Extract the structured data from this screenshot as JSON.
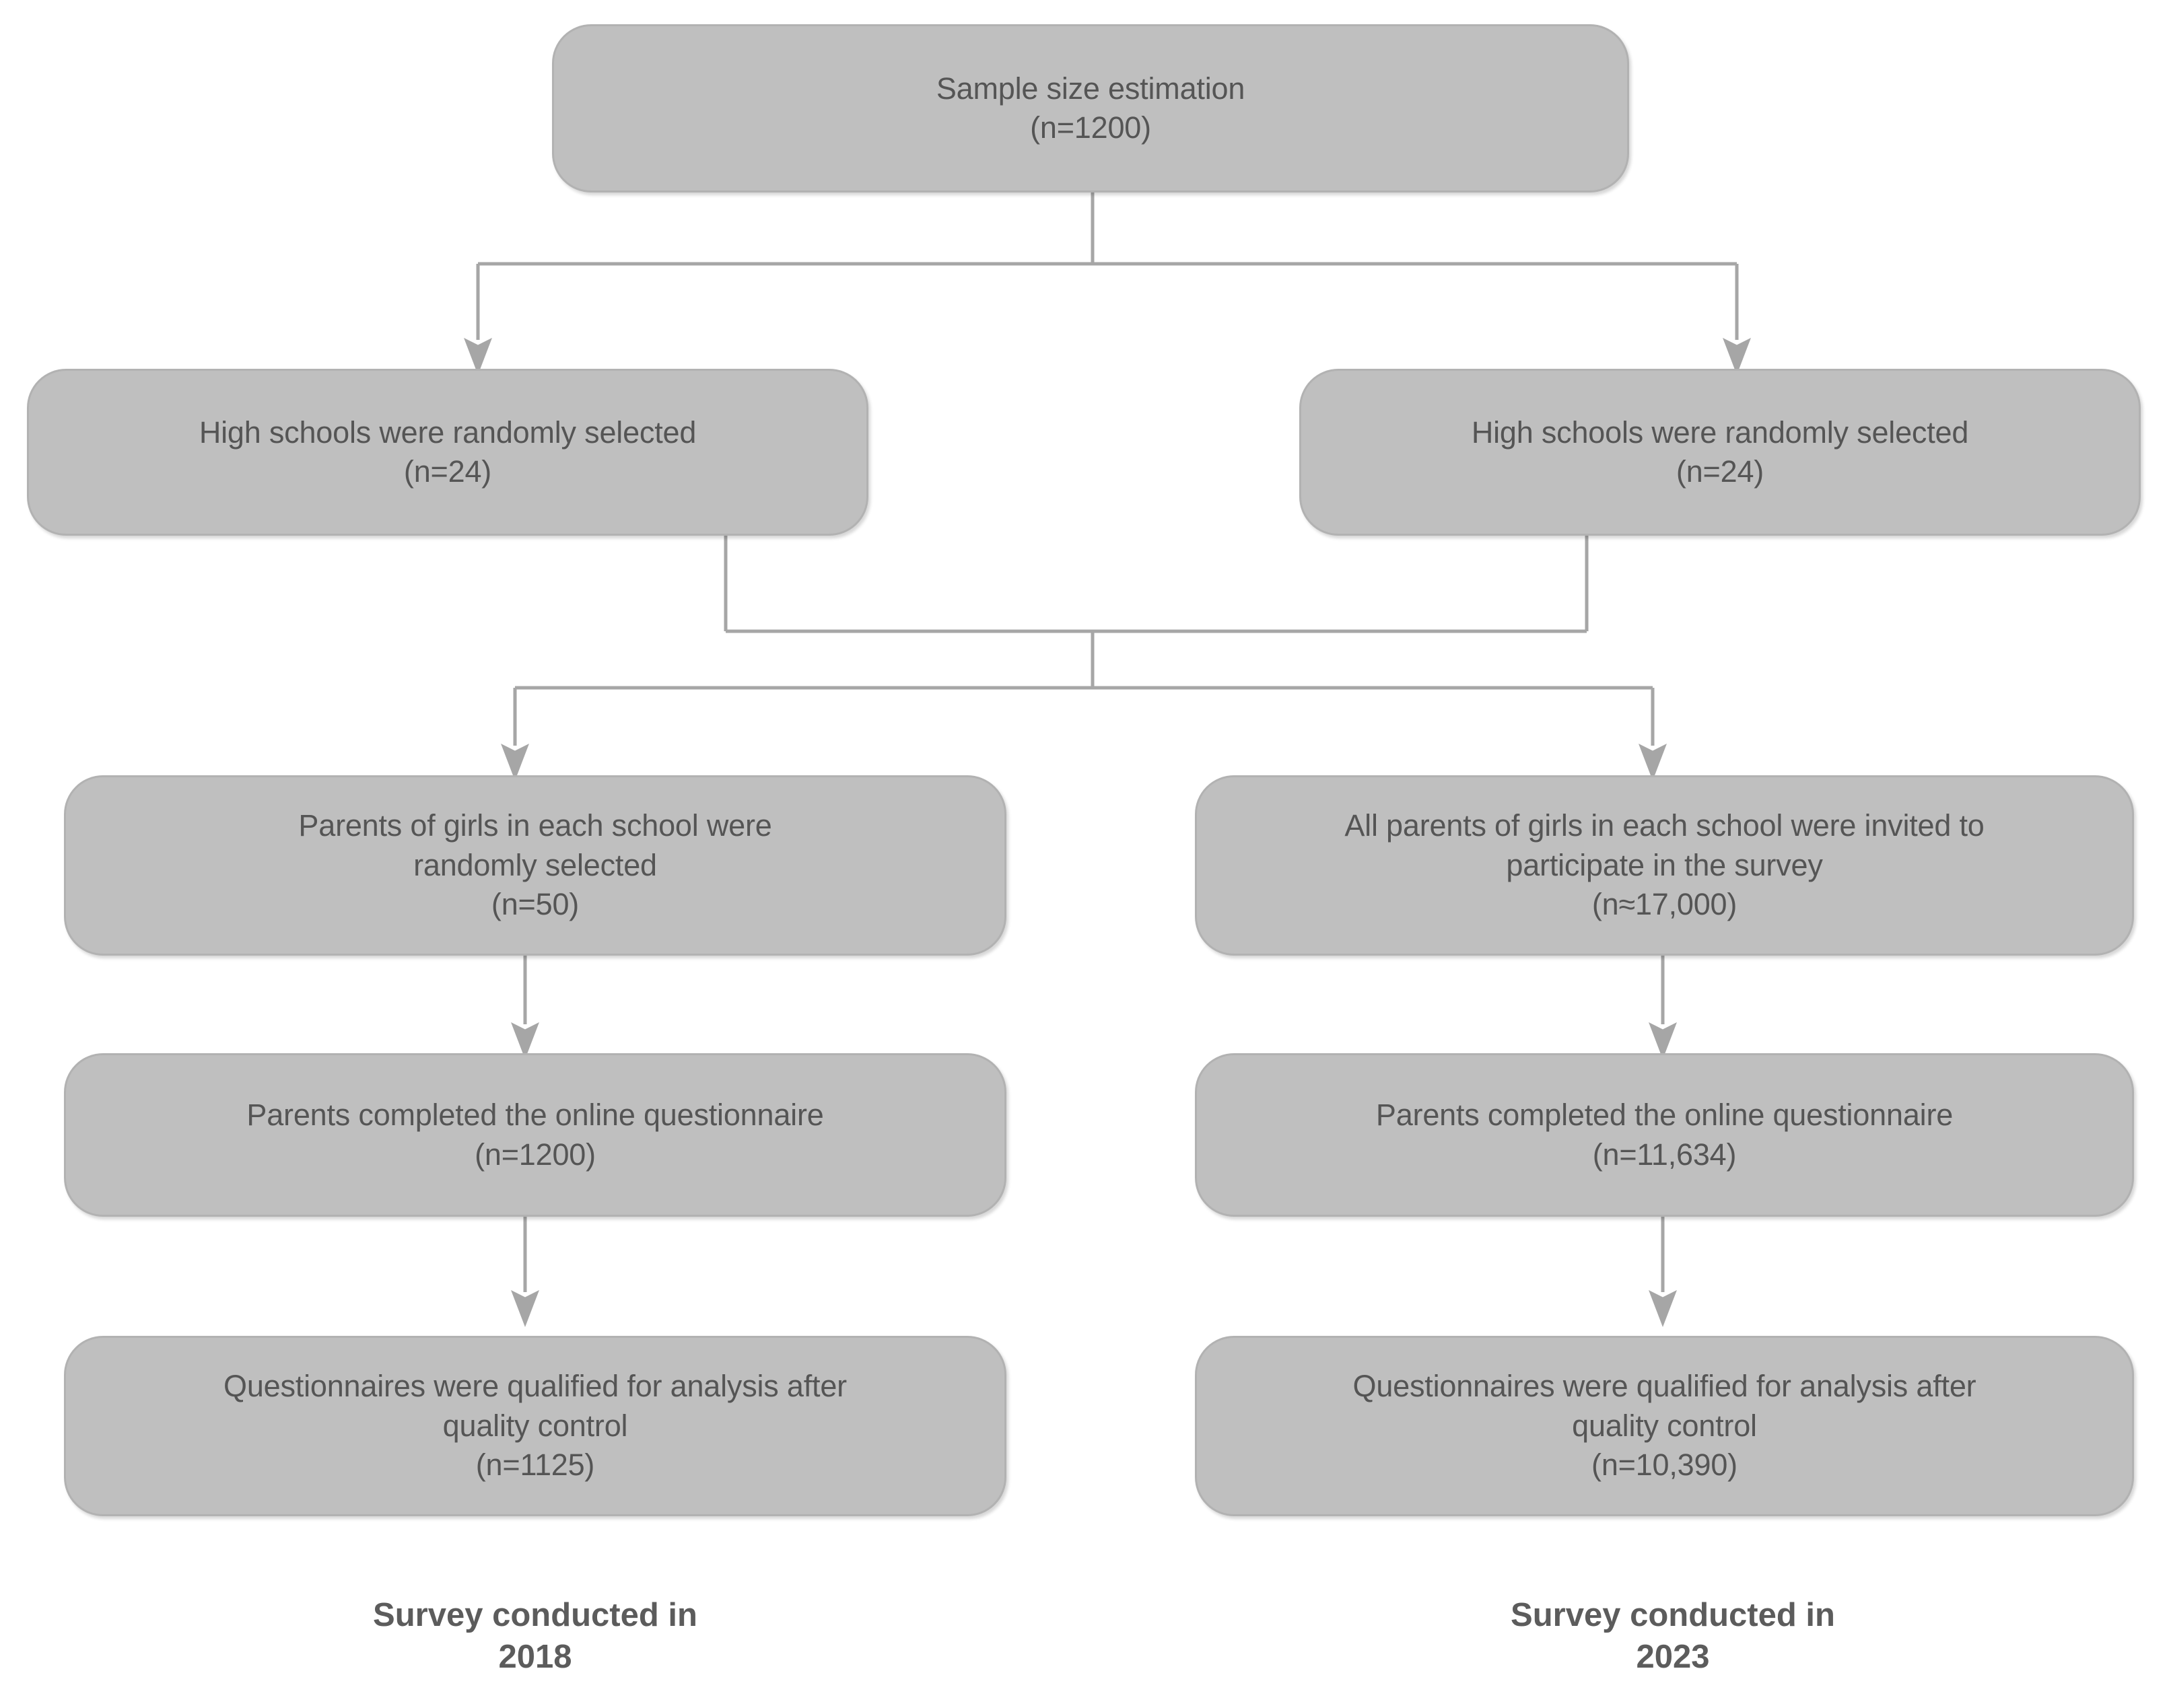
{
  "figure": {
    "type": "flowchart",
    "title": "Study participant flow diagram",
    "palette": {
      "node_fill": "#bfbfbf",
      "node_border": "#b2b2b2",
      "node_text": "#555555",
      "connector": "#a6a6a6",
      "caption_text": "#5c5c5c",
      "background": "#ffffff"
    }
  },
  "nodes": {
    "root": {
      "label": "Sample size estimation\n(n=1200)",
      "line1": "Sample size estimation",
      "count": "(n=1200)"
    },
    "schools_2018": {
      "label": "High schools  were randomly selected\n(n=24)",
      "line1": "High schools  were randomly selected",
      "count": "(n=24)"
    },
    "schools_2023": {
      "label": "High schools were randomly selected\n(n=24)",
      "line1": "High schools were randomly selected",
      "count": "(n=24)"
    },
    "parents_selected_2018": {
      "label": "Parents of girls in each school  were\nrandomly selected\n(n=50)",
      "line1": "Parents of girls in each school  were randomly selected",
      "count": "(n=50)"
    },
    "parents_invited_2023": {
      "label": "All parents of girls in each school  were invited to\nparticipate in the survey\n(n≈17,000)",
      "line1": "All parents of girls in each school  were invited to participate in the survey",
      "count": "(n≈17,000)"
    },
    "completed_2018": {
      "label": "Parents completed the online questionnaire\n(n=1200)",
      "line1": "Parents completed the online questionnaire",
      "count": "(n=1200)"
    },
    "completed_2023": {
      "label": "Parents completed the online questionnaire\n(n=11,634)",
      "line1": "Parents completed the online questionnaire",
      "count": "(n=11,634)"
    },
    "qualified_2018": {
      "label": "Questionnaires were qualified for analysis after\nquality control\n(n=1125)",
      "line1": "Questionnaires were qualified for analysis after quality control",
      "count": "(n=1125)"
    },
    "qualified_2023": {
      "label": "Questionnaires were qualified for analysis after\nquality control\n(n=10,390)",
      "line1": "Questionnaires were qualified for analysis after quality control",
      "count": "(n=10,390)"
    }
  },
  "captions": {
    "left": "Survey conducted in\n2018",
    "right": "Survey conducted in\n2023"
  }
}
